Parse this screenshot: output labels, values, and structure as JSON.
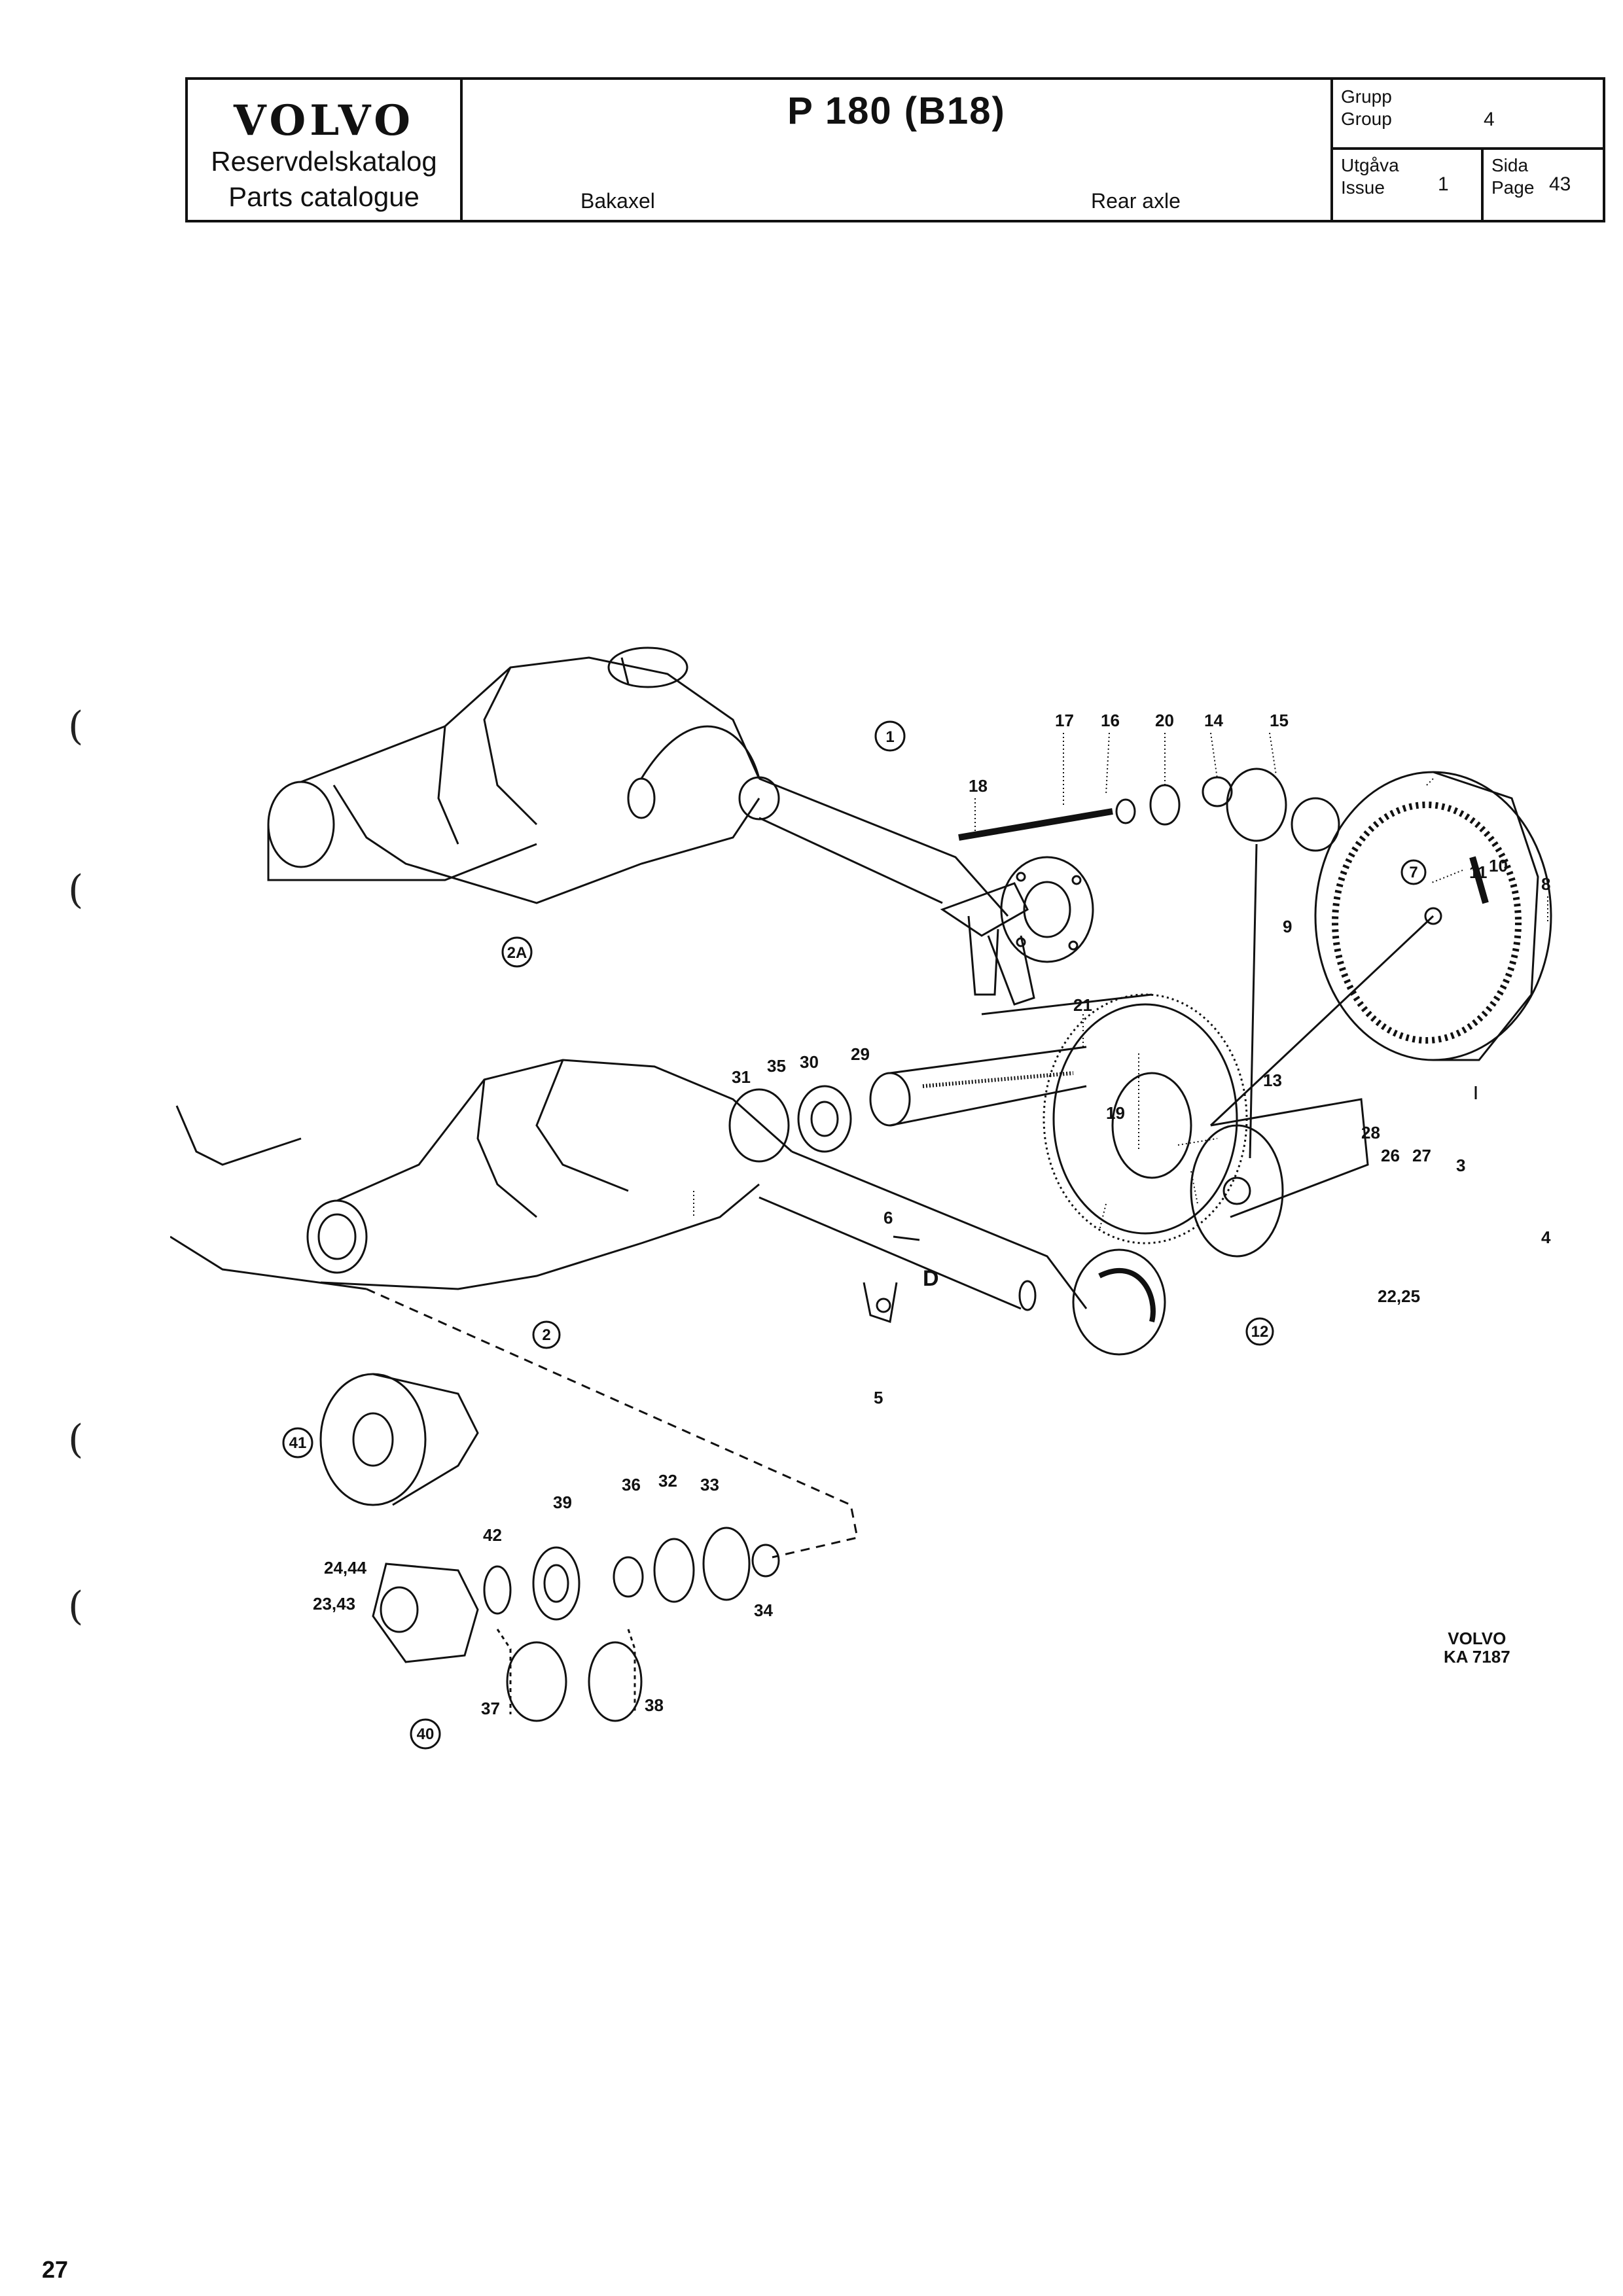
{
  "header": {
    "brand": "VOLVO",
    "catalog_sv": "Reservdelskatalog",
    "catalog_en": "Parts catalogue",
    "model": "P 180 (B18)",
    "section_sv": "Bakaxel",
    "section_en": "Rear axle",
    "group_label_sv": "Grupp",
    "group_label_en": "Group",
    "group_value": "4",
    "issue_label_sv": "Utgåva",
    "issue_label_en": "Issue",
    "issue_value": "1",
    "page_label_sv": "Sida",
    "page_label_en": "Page",
    "page_value": "43"
  },
  "diagram": {
    "callouts": [
      "1",
      "2",
      "2A",
      "3",
      "4",
      "5",
      "6",
      "7",
      "8",
      "9",
      "10",
      "11",
      "12",
      "13",
      "14",
      "15",
      "16",
      "17",
      "18",
      "19",
      "20",
      "21",
      "22,25",
      "23,43",
      "24,44",
      "26",
      "27",
      "28",
      "29",
      "30",
      "31",
      "32",
      "33",
      "34",
      "35",
      "36",
      "37",
      "38",
      "39",
      "40",
      "41",
      "42"
    ],
    "marker_D": "D",
    "figure_code_brand": "VOLVO",
    "figure_code": "KA 7187"
  },
  "footer": {
    "page_number": "27"
  }
}
